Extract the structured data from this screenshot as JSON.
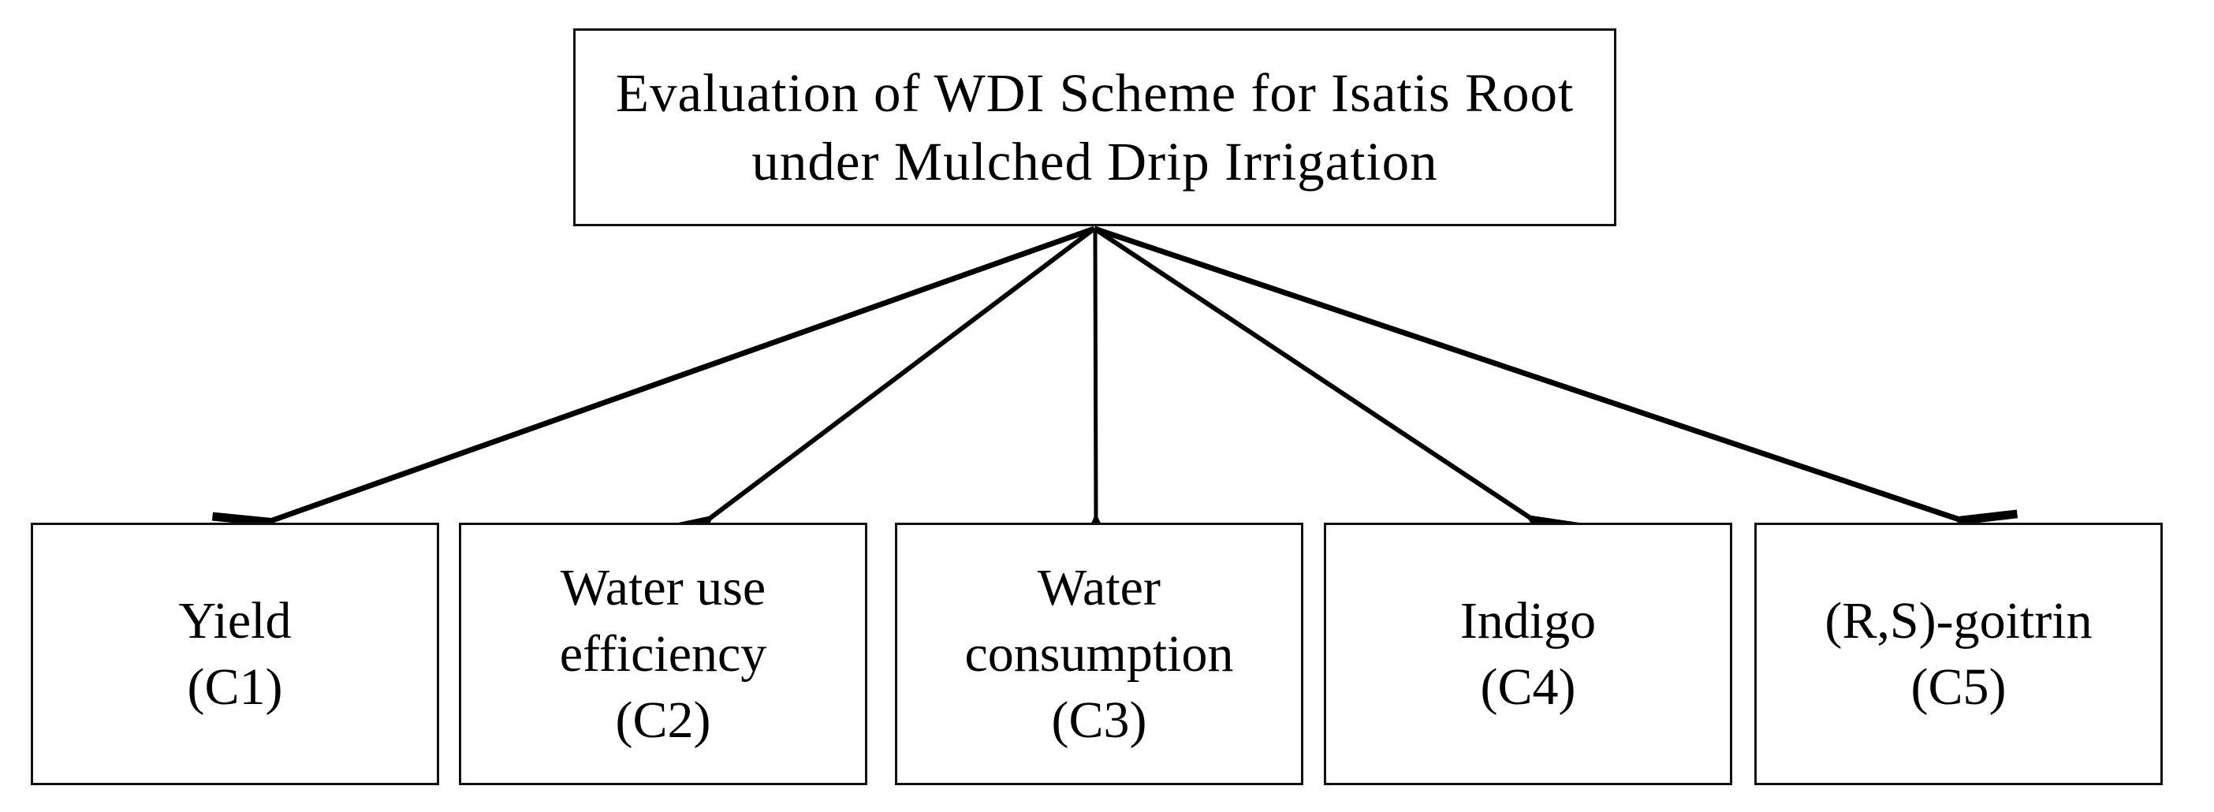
{
  "diagram": {
    "root": {
      "label": "Evaluation of WDI Scheme for Isatis Root under Mulched Drip Irrigation"
    },
    "criteria": [
      {
        "label": "Yield",
        "code": "(C1)"
      },
      {
        "label": "Water use efficiency",
        "code": "(C2)"
      },
      {
        "label": "Water consumption",
        "code": "(C3)"
      },
      {
        "label": "Indigo",
        "code": "(C4)"
      },
      {
        "label": "(R,S)-goitrin",
        "code": "(C5)"
      }
    ],
    "colors": {
      "line": "#000000",
      "border": "#111111",
      "background": "#ffffff",
      "text": "#000000"
    }
  }
}
